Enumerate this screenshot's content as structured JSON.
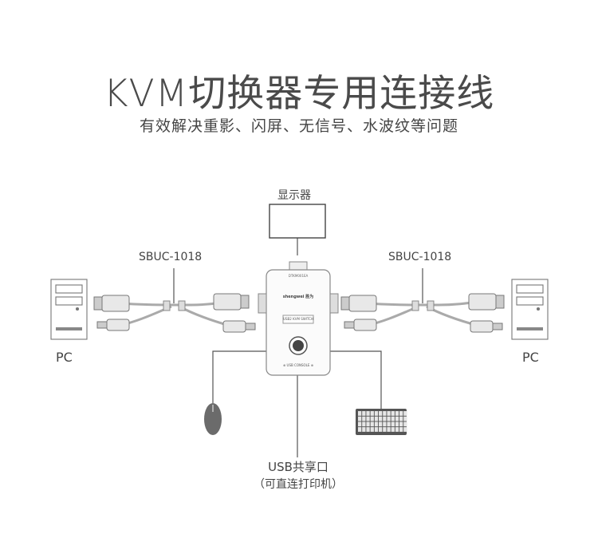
{
  "title": "KVM切换器专用连接线",
  "subtitle": "有效解决重影、闪屏、无信号、水波纹等问题",
  "monitor_label": "显示器",
  "cable_left_label": "SBUC-1018",
  "cable_right_label": "SBUC-1018",
  "pc_left_label": "PC",
  "pc_right_label": "PC",
  "usb_share_label": "USB共享口",
  "usb_share_note": "（可直连打印机）",
  "switch": {
    "brand": "shengwei 胜为",
    "model_line": "DTKM001EA",
    "plate_text": "USB2 KVM SWITCH",
    "bottom_text": "⊕ USB CONSOLE ⊕"
  },
  "colors": {
    "line": "#555555",
    "device_stroke": "#888888",
    "cable": "#aaaaaa",
    "accent": "#4a4a4a"
  },
  "icons": [
    "monitor-icon",
    "pc-tower-icon",
    "kvm-switch-icon",
    "mouse-icon",
    "keyboard-icon",
    "vga-connector-icon",
    "usb-connector-icon"
  ]
}
